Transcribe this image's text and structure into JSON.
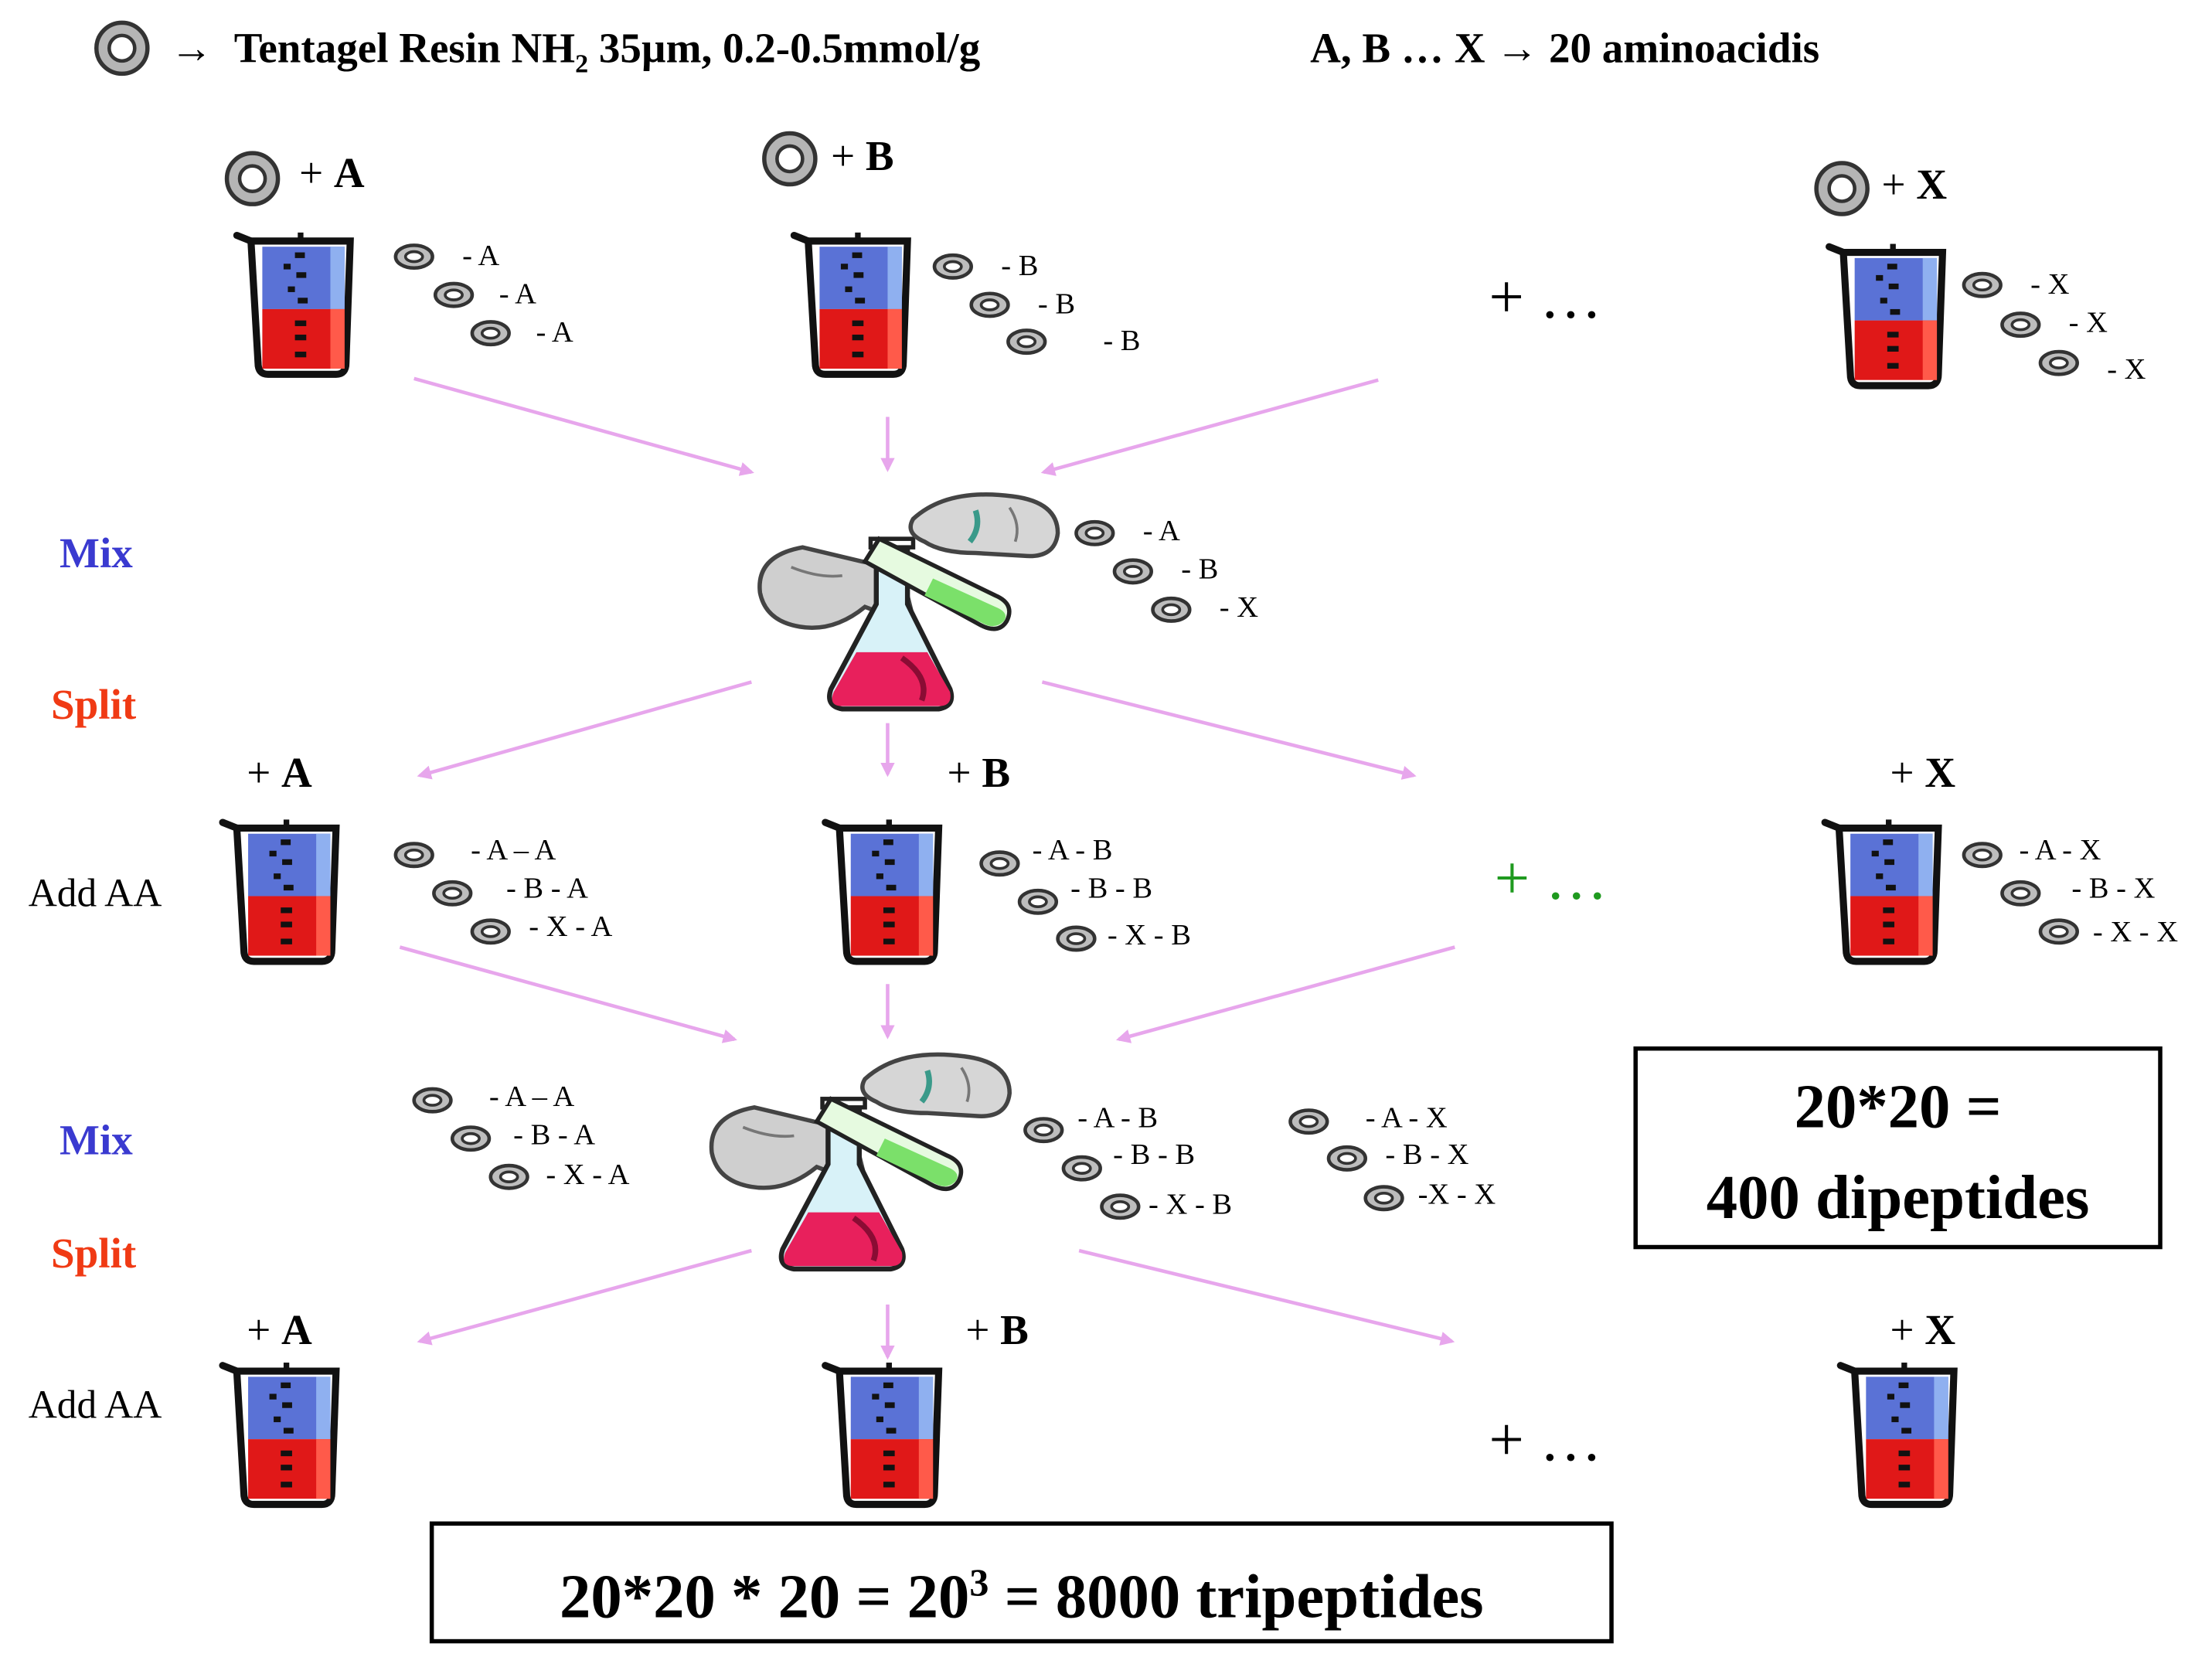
{
  "header": {
    "resin": "Tentagel Resin NH",
    "resin_sub": "2",
    "resin_rest": " 35µm, 0.2-0.5mmol/g",
    "amino": "A, B … X",
    "amino_rest": " 20 aminoacidis",
    "arrow": "→"
  },
  "step1": {
    "plusA": "+ ",
    "A": "A",
    "plusB": "+ ",
    "B": "B",
    "plusX": "+ ",
    "X": "X",
    "chainA": [
      "- A",
      "- A",
      "- A"
    ],
    "chainB": [
      "- B",
      "- B",
      "- B"
    ],
    "chainX": [
      "- X",
      "- X",
      "- X"
    ],
    "more": "+ …"
  },
  "mix1": {
    "mix": "Mix",
    "split": "Split",
    "chains": [
      "- A",
      "- B",
      "- X"
    ]
  },
  "step2": {
    "addaa": "Add AA",
    "plusA": "+ ",
    "A": "A",
    "plusB": "+ ",
    "B": "B",
    "plusX": "+ ",
    "X": "X",
    "chainA": [
      "- A – A",
      "- B - A",
      "- X - A"
    ],
    "chainB": [
      "- A - B",
      "- B - B",
      "- X - B"
    ],
    "chainX": [
      "- A - X",
      "- B - X",
      "- X - X"
    ],
    "more": "+ …"
  },
  "mix2": {
    "mix": "Mix",
    "split": "Split",
    "chainsA": [
      "- A – A",
      "- B - A",
      "- X - A"
    ],
    "chainsB": [
      "- A - B",
      "- B - B",
      "- X - B"
    ],
    "chainsX": [
      "- A - X",
      "- B - X",
      "-X - X"
    ]
  },
  "dipeptides": {
    "line1": "20*20 =",
    "line2": "400 dipeptides"
  },
  "step3": {
    "addaa": "Add AA",
    "plusA": "+ ",
    "A": "A",
    "plusB": "+ ",
    "B": "B",
    "plusX": "+ ",
    "X": "X",
    "more": "+ …"
  },
  "tripeptides": {
    "pre": "20*20 * 20 = 20",
    "sup": "3",
    "post": " = 8000 tripeptides"
  },
  "colors": {
    "arrow": "#e7a6ec",
    "beaker_blue": "#5a72d6",
    "beaker_red": "#e01818",
    "mix_blue": "#3a3ad0",
    "split_red": "#f03a14",
    "green_more": "#1f9a1f",
    "flask_pink": "#e8205c"
  }
}
